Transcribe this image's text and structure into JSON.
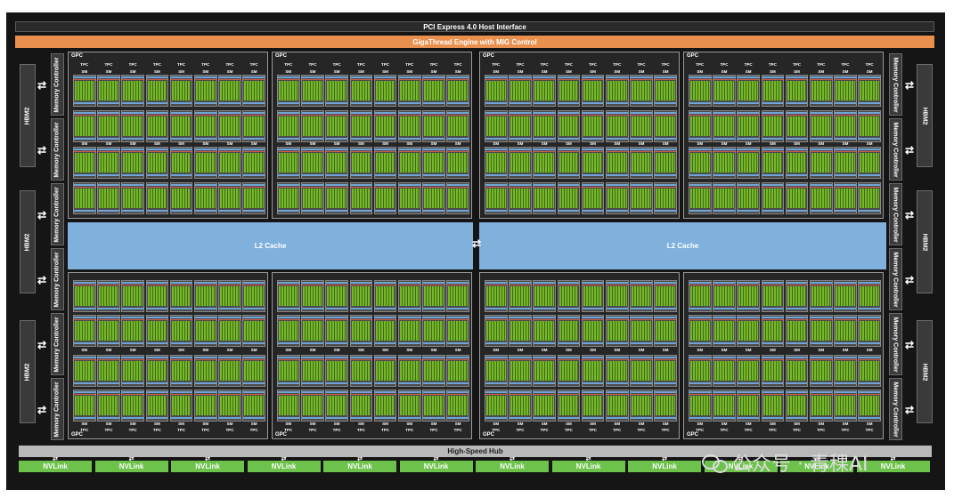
{
  "header": {
    "pcie": "PCI Express 4.0 Host Interface",
    "gigathread": "GigaThread Engine with MIG Control"
  },
  "memory": {
    "hbm_label": "HBM2",
    "controller_label": "Memory Controller"
  },
  "cache": {
    "l2_left": "L2 Cache",
    "l2_right": "L2 Cache"
  },
  "gpc": {
    "label": "GPC",
    "tpc_label": "TPC",
    "sm_label": "SM"
  },
  "footer": {
    "hub": "High-Speed Hub",
    "nvlinks": [
      "NVLink",
      "NVLink",
      "NVLink",
      "NVLink",
      "NVLink",
      "NVLink",
      "NVLink",
      "NVLink",
      "NVLink",
      "NVLink",
      "NVLink",
      "NVLink"
    ]
  },
  "watermark": {
    "text": "公众号 · 青稞AI",
    "icon": "wechat-icon"
  },
  "colors": {
    "orange": "#e9904f",
    "l2_blue": "#7fb1dc",
    "nvlink_green": "#6cc24a",
    "core_green": "#76b82a",
    "hub_gray": "#b9b9b9"
  },
  "arrow_glyph": "⇄"
}
